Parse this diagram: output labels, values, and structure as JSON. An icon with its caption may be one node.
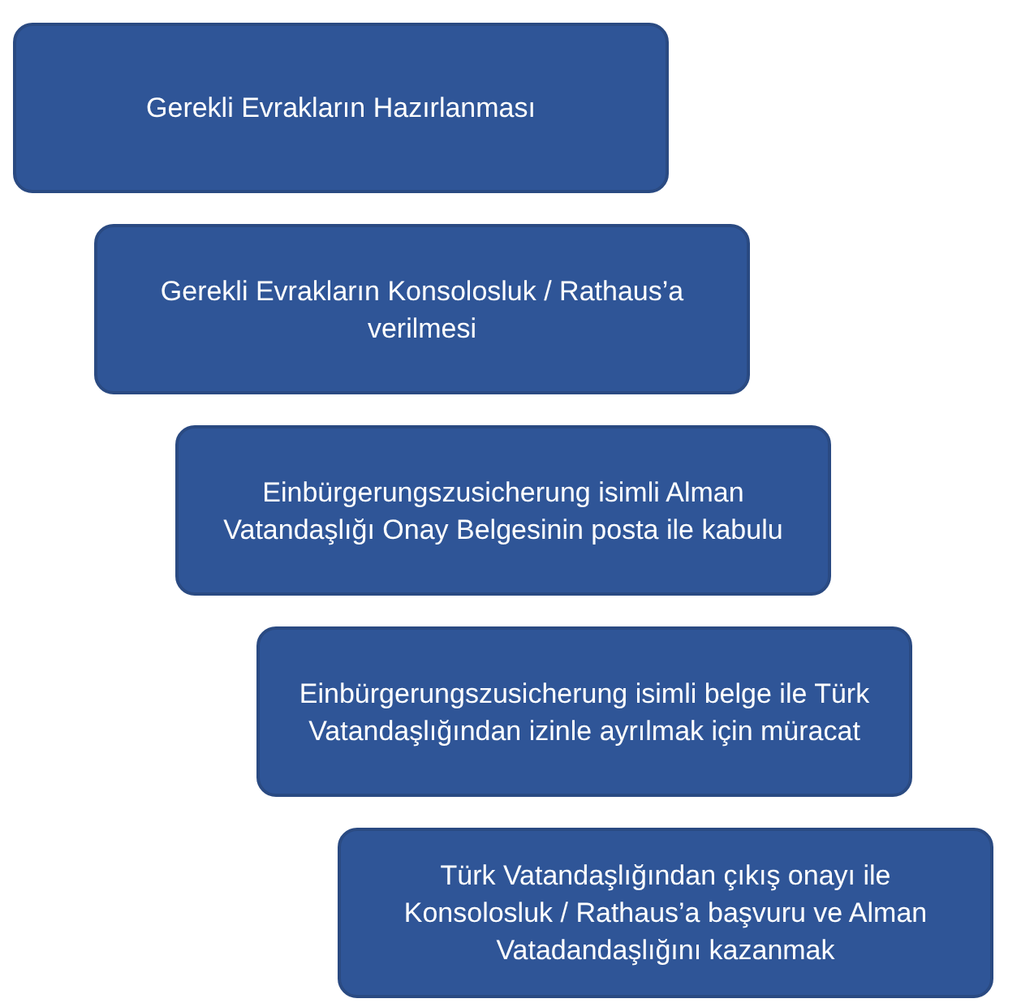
{
  "diagram": {
    "nodes": [
      {
        "text": [
          "Gerekli Evrakların Hazırlanması"
        ]
      },
      {
        "text": [
          "Gerekli Evrakların Konsolosluk / Rathaus’a verilmesi"
        ]
      },
      {
        "text": [
          "Einbürgerungszusicherung isimli Alman Vatandaşlığı Onay Belgesinin posta ile kabulu"
        ]
      },
      {
        "text": [
          "Einbürgerungszusicherung isimli belge ile Türk Vatandaşlığından izinle ayrılmak için müracat"
        ]
      },
      {
        "text": [
          "Türk Vatandaşlığından çıkış onayı ile Konsolosluk / Rathaus’a başvuru ve Alman Vatadandaşlığını kazanmak"
        ]
      }
    ]
  }
}
